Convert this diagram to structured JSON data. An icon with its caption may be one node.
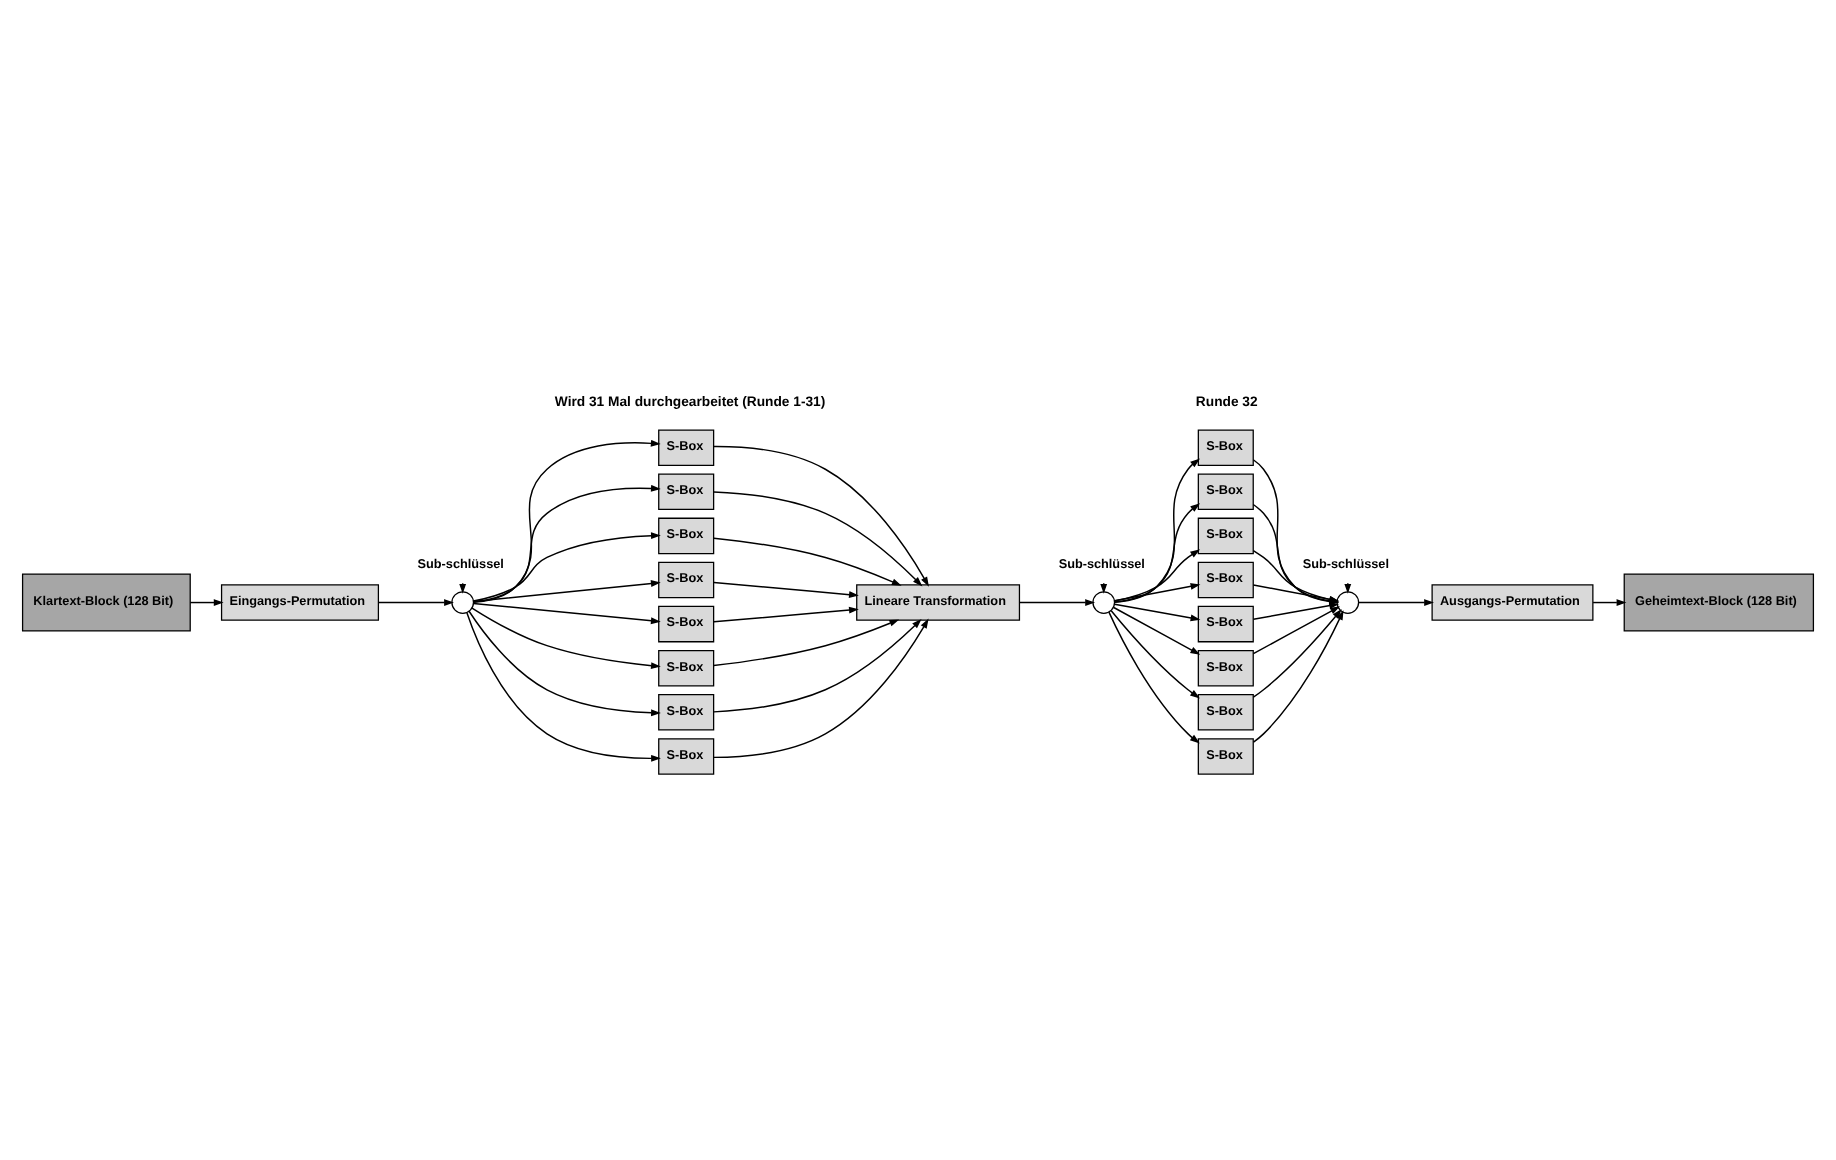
{
  "diagram": {
    "nodes": [
      {
        "text": [
          "Klartext-Block (128 Bit)"
        ]
      },
      {
        "text": [
          "Eingangs-Permutation"
        ]
      },
      {
        "text": [
          "Sub-schlüssel"
        ]
      },
      {
        "text": [],
        "shape": "circle"
      },
      {
        "text": [
          "S-Box"
        ]
      },
      {
        "text": [
          "S-Box"
        ]
      },
      {
        "text": [
          "S-Box"
        ]
      },
      {
        "text": [
          "S-Box"
        ]
      },
      {
        "text": [
          "S-Box"
        ]
      },
      {
        "text": [
          "S-Box"
        ]
      },
      {
        "text": [
          "S-Box"
        ]
      },
      {
        "text": [
          "S-Box"
        ]
      },
      {
        "text": [
          "Lineare Transformation"
        ]
      },
      {
        "text": [
          "Sub-schlüssel"
        ]
      },
      {
        "text": [],
        "shape": "circle"
      },
      {
        "text": [
          "S-Box"
        ]
      },
      {
        "text": [
          "S-Box"
        ]
      },
      {
        "text": [
          "S-Box"
        ]
      },
      {
        "text": [
          "S-Box"
        ]
      },
      {
        "text": [
          "S-Box"
        ]
      },
      {
        "text": [
          "S-Box"
        ]
      },
      {
        "text": [
          "S-Box"
        ]
      },
      {
        "text": [
          "S-Box"
        ]
      },
      {
        "text": [
          "Sub-schlüssel"
        ]
      },
      {
        "text": [],
        "shape": "circle"
      },
      {
        "text": [
          "Ausgangs-Permutation"
        ]
      },
      {
        "text": [
          "Geheimtext-Block (128 Bit)"
        ]
      }
    ],
    "edges": [
      {
        "from": 0,
        "to": 1,
        "arrow": "to"
      },
      {
        "from": 1,
        "to": 3,
        "arrow": "to"
      },
      {
        "from": 2,
        "to": 3,
        "arrow": "to"
      },
      {
        "from": 3,
        "to": 4,
        "arrow": "to"
      },
      {
        "from": 3,
        "to": 5,
        "arrow": "to"
      },
      {
        "from": 3,
        "to": 6,
        "arrow": "to"
      },
      {
        "from": 3,
        "to": 7,
        "arrow": "to"
      },
      {
        "from": 3,
        "to": 8,
        "arrow": "to"
      },
      {
        "from": 3,
        "to": 9,
        "arrow": "to"
      },
      {
        "from": 3,
        "to": 10,
        "arrow": "to"
      },
      {
        "from": 3,
        "to": 11,
        "arrow": "to"
      },
      {
        "from": 4,
        "to": 12,
        "arrow": "to"
      },
      {
        "from": 5,
        "to": 12,
        "arrow": "to"
      },
      {
        "from": 6,
        "to": 12,
        "arrow": "to"
      },
      {
        "from": 7,
        "to": 12,
        "arrow": "to"
      },
      {
        "from": 8,
        "to": 12,
        "arrow": "to"
      },
      {
        "from": 9,
        "to": 12,
        "arrow": "to"
      },
      {
        "from": 10,
        "to": 12,
        "arrow": "to"
      },
      {
        "from": 11,
        "to": 12,
        "arrow": "to"
      },
      {
        "from": 12,
        "to": 14,
        "arrow": "to"
      },
      {
        "from": 13,
        "to": 14,
        "arrow": "to"
      },
      {
        "from": 14,
        "to": 15,
        "arrow": "to"
      },
      {
        "from": 14,
        "to": 16,
        "arrow": "to"
      },
      {
        "from": 14,
        "to": 17,
        "arrow": "to"
      },
      {
        "from": 14,
        "to": 18,
        "arrow": "to"
      },
      {
        "from": 14,
        "to": 19,
        "arrow": "to"
      },
      {
        "from": 14,
        "to": 20,
        "arrow": "to"
      },
      {
        "from": 14,
        "to": 21,
        "arrow": "to"
      },
      {
        "from": 14,
        "to": 22,
        "arrow": "to"
      },
      {
        "from": 15,
        "to": 24,
        "arrow": "to"
      },
      {
        "from": 16,
        "to": 24,
        "arrow": "to"
      },
      {
        "from": 17,
        "to": 24,
        "arrow": "to"
      },
      {
        "from": 18,
        "to": 24,
        "arrow": "to"
      },
      {
        "from": 19,
        "to": 24,
        "arrow": "to"
      },
      {
        "from": 20,
        "to": 24,
        "arrow": "to"
      },
      {
        "from": 21,
        "to": 24,
        "arrow": "to"
      },
      {
        "from": 22,
        "to": 24,
        "arrow": "to"
      },
      {
        "from": 23,
        "to": 24,
        "arrow": "to"
      },
      {
        "from": 24,
        "to": 25,
        "arrow": "to"
      },
      {
        "from": 25,
        "to": 26,
        "arrow": "to"
      }
    ],
    "labels": [
      "Wird 31 Mal durchgearbeitet (Runde 1-31)",
      "Runde 32"
    ]
  }
}
